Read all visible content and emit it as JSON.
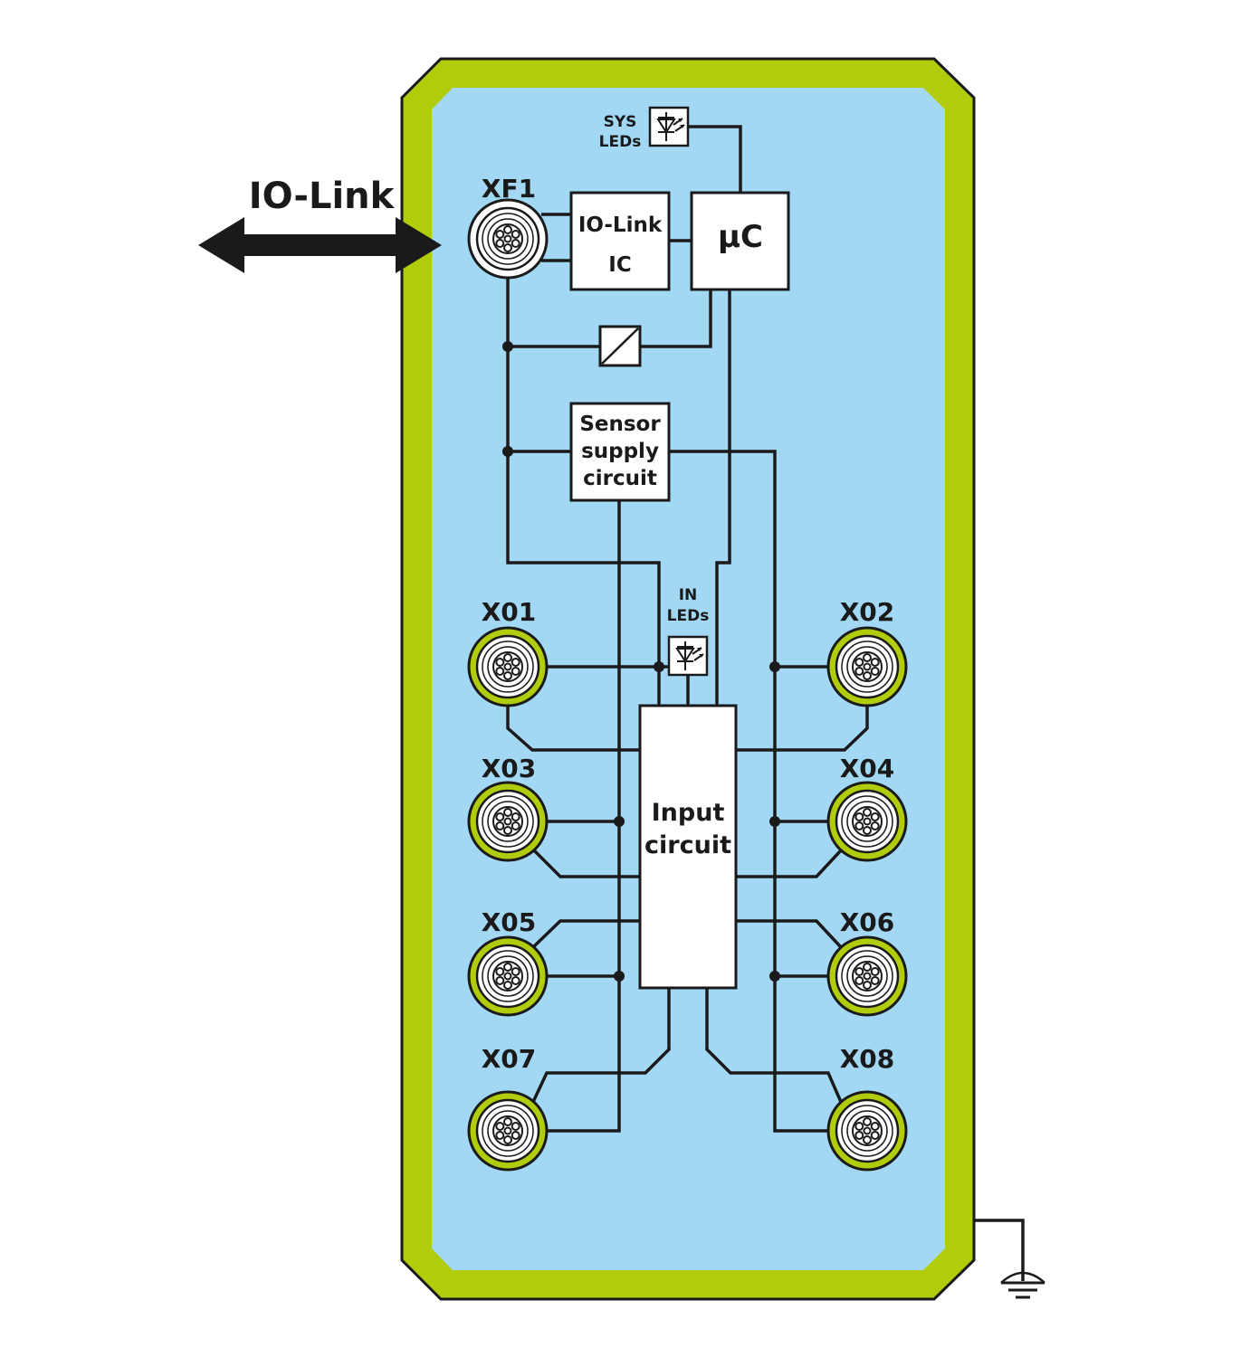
{
  "colors": {
    "housing": "#b0cc0b",
    "panel": "#a3d8f4",
    "line": "#1a1a1a",
    "box": "#ffffff"
  },
  "labels": {
    "io_link": "IO-Link",
    "xf1": "XF1",
    "sys_leds_1": "SYS",
    "sys_leds_2": "LEDs",
    "io_link_ic_1": "IO-Link",
    "io_link_ic_2": "IC",
    "uc": "µC",
    "sensor_supply_1": "Sensor",
    "sensor_supply_2": "supply",
    "sensor_supply_3": "circuit",
    "in_leds_1": "IN",
    "in_leds_2": "LEDs",
    "input_circuit_1": "Input",
    "input_circuit_2": "circuit"
  },
  "ports": [
    {
      "id": "x01",
      "label": "X01"
    },
    {
      "id": "x02",
      "label": "X02"
    },
    {
      "id": "x03",
      "label": "X03"
    },
    {
      "id": "x04",
      "label": "X04"
    },
    {
      "id": "x05",
      "label": "X05"
    },
    {
      "id": "x06",
      "label": "X06"
    },
    {
      "id": "x07",
      "label": "X07"
    },
    {
      "id": "x08",
      "label": "X08"
    }
  ],
  "icons": {
    "connector": "m12-connector-icon",
    "led": "led-icon",
    "converter": "dc-dc-converter-icon",
    "ground": "ground-icon",
    "arrow": "bidirectional-arrow-icon"
  }
}
